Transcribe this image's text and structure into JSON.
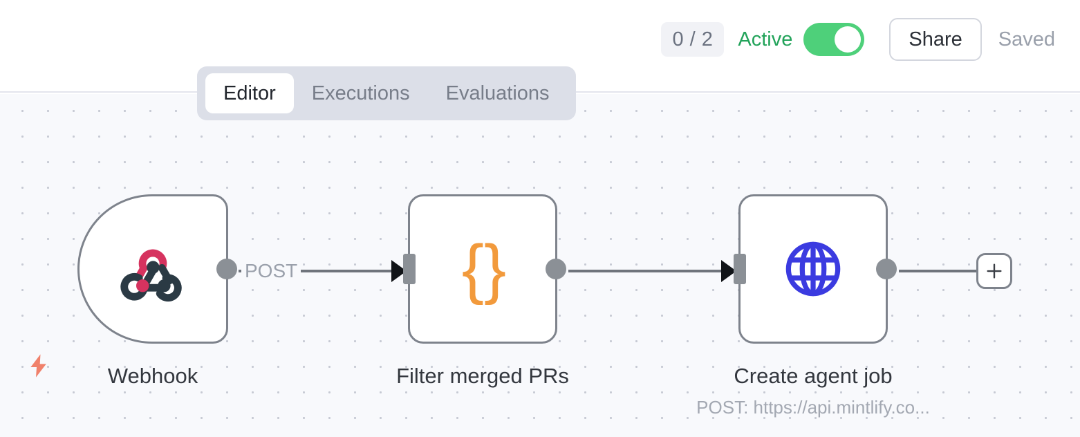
{
  "header": {
    "run_count": "0 / 2",
    "active_label": "Active",
    "active_enabled": true,
    "share_label": "Share",
    "saved_label": "Saved",
    "toggle_color": "#4ed07a",
    "active_text_color": "#22a35a"
  },
  "tabs": [
    {
      "label": "Editor",
      "active": true
    },
    {
      "label": "Executions",
      "active": false
    },
    {
      "label": "Evaluations",
      "active": false
    }
  ],
  "canvas": {
    "background_color": "#f8f9fc",
    "dot_color": "#c7cad4",
    "trigger_bolt_color": "#f0816b",
    "nodes": [
      {
        "id": "webhook",
        "type": "trigger",
        "label": "Webhook",
        "sublabel": "",
        "icon": "webhook-logo-icon",
        "icon_colors": {
          "accent": "#d6335f",
          "dark": "#2b3a44"
        }
      },
      {
        "id": "filter",
        "type": "action",
        "label": "Filter merged PRs",
        "sublabel": "",
        "icon": "code-braces-icon",
        "icon_colors": {
          "accent": "#f29a3c"
        }
      },
      {
        "id": "http",
        "type": "action",
        "label": "Create agent job",
        "sublabel": "POST: https://api.mintlify.co...",
        "icon": "globe-icon",
        "icon_colors": {
          "accent": "#3b3be0"
        }
      }
    ],
    "edges": [
      {
        "from": "webhook",
        "to": "filter",
        "label": "POST"
      },
      {
        "from": "filter",
        "to": "http",
        "label": ""
      }
    ],
    "add_node_button": "+"
  }
}
